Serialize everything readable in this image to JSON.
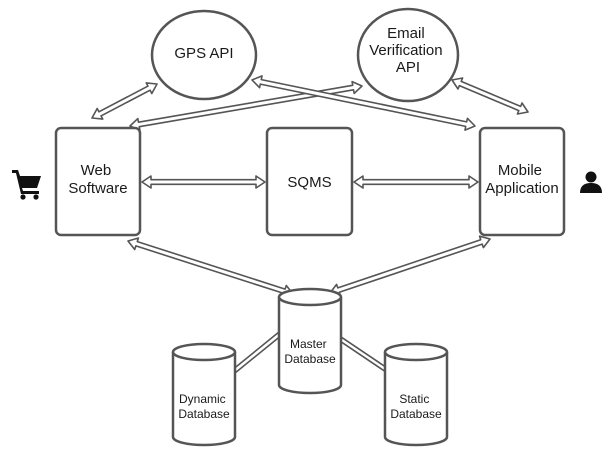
{
  "nodes": {
    "gps_api": {
      "lines": [
        "GPS API"
      ]
    },
    "email_api": {
      "lines": [
        "Email",
        "Verification",
        "API"
      ]
    },
    "web_software": {
      "lines": [
        "Web",
        "Software"
      ]
    },
    "sqms": {
      "lines": [
        "SQMS"
      ]
    },
    "mobile_app": {
      "lines": [
        "Mobile",
        "Application"
      ]
    },
    "master_db": {
      "lines": [
        "Master",
        "Database"
      ]
    },
    "dynamic_db": {
      "lines": [
        "Dynamic",
        "Database"
      ]
    },
    "static_db": {
      "lines": [
        "Static",
        "Database"
      ]
    }
  },
  "icons": {
    "left": "shopping-cart-icon",
    "right": "user-icon"
  },
  "connections": [
    {
      "from": "web_software",
      "to": "gps_api",
      "type": "double-arrow"
    },
    {
      "from": "web_software",
      "to": "email_api",
      "type": "double-arrow"
    },
    {
      "from": "mobile_app",
      "to": "gps_api",
      "type": "double-arrow"
    },
    {
      "from": "mobile_app",
      "to": "email_api",
      "type": "double-arrow"
    },
    {
      "from": "web_software",
      "to": "sqms",
      "type": "double-arrow"
    },
    {
      "from": "sqms",
      "to": "mobile_app",
      "type": "double-arrow"
    },
    {
      "from": "web_software",
      "to": "master_db",
      "type": "double-arrow"
    },
    {
      "from": "mobile_app",
      "to": "master_db",
      "type": "double-arrow"
    },
    {
      "from": "master_db",
      "to": "dynamic_db",
      "type": "line"
    },
    {
      "from": "master_db",
      "to": "static_db",
      "type": "line"
    }
  ],
  "colors": {
    "stroke": "#555555",
    "text": "#1a1a1a",
    "icon": "#111111",
    "background": "#ffffff"
  }
}
